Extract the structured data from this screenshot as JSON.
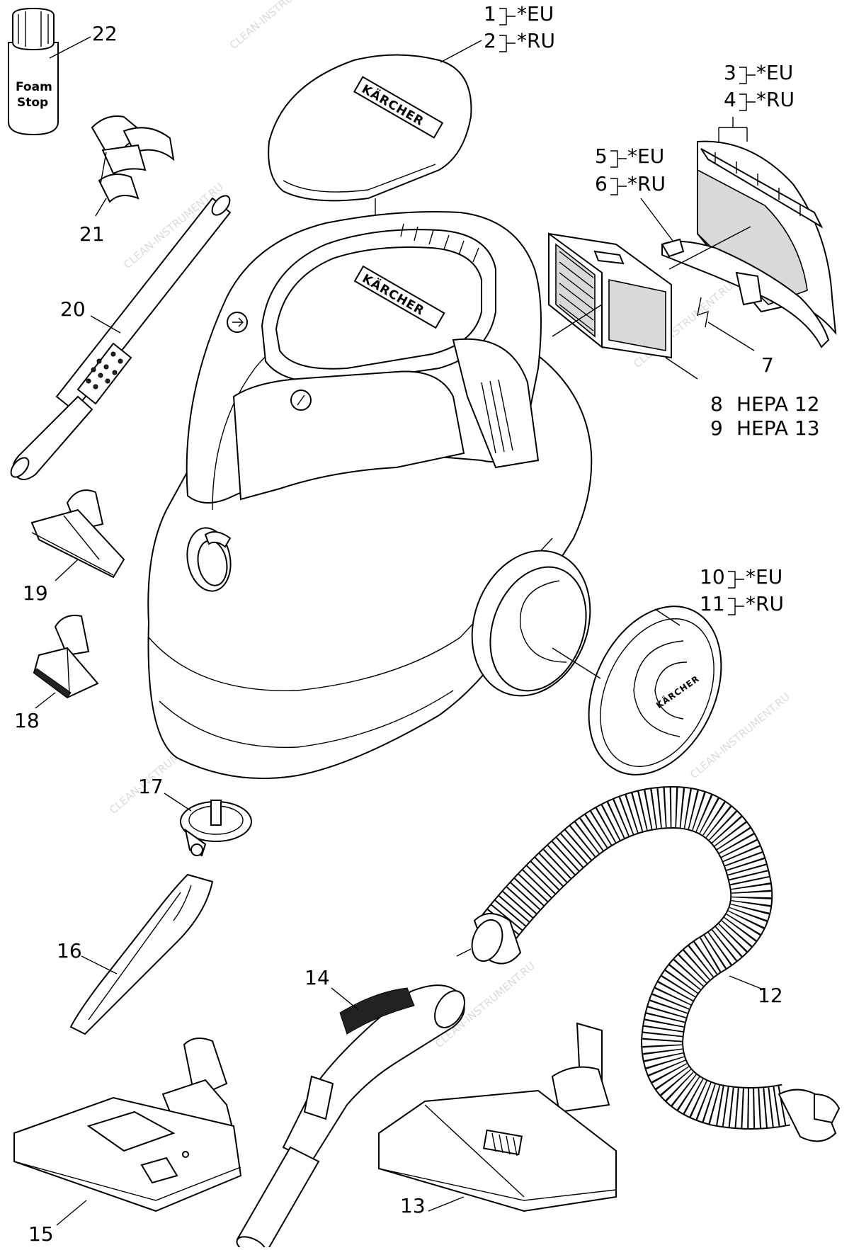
{
  "brand_logo": "KÄRCHER",
  "watermark": "CLEAN-INSTRUMENT.RU",
  "bottle_label": [
    "Foam",
    "Stop"
  ],
  "callouts": [
    {
      "id": "c1",
      "number": "1",
      "variant": "*EU"
    },
    {
      "id": "c2",
      "number": "2",
      "variant": "*RU"
    },
    {
      "id": "c3",
      "number": "3",
      "variant": "*EU"
    },
    {
      "id": "c4",
      "number": "4",
      "variant": "*RU"
    },
    {
      "id": "c5",
      "number": "5",
      "variant": "*EU"
    },
    {
      "id": "c6",
      "number": "6",
      "variant": "*RU"
    },
    {
      "id": "c7",
      "number": "7"
    },
    {
      "id": "c8",
      "number": "8",
      "text": "HEPA 12"
    },
    {
      "id": "c9",
      "number": "9",
      "text": "HEPA 13"
    },
    {
      "id": "c10",
      "number": "10",
      "variant": "*EU"
    },
    {
      "id": "c11",
      "number": "11",
      "variant": "*RU"
    },
    {
      "id": "c12",
      "number": "12"
    },
    {
      "id": "c13",
      "number": "13"
    },
    {
      "id": "c14",
      "number": "14"
    },
    {
      "id": "c15",
      "number": "15"
    },
    {
      "id": "c16",
      "number": "16"
    },
    {
      "id": "c17",
      "number": "17"
    },
    {
      "id": "c18",
      "number": "18"
    },
    {
      "id": "c19",
      "number": "19"
    },
    {
      "id": "c20",
      "number": "20"
    },
    {
      "id": "c21",
      "number": "21"
    },
    {
      "id": "c22",
      "number": "22"
    }
  ]
}
